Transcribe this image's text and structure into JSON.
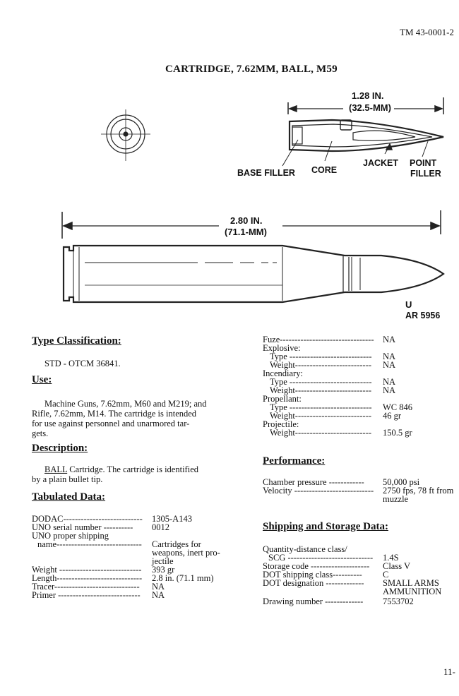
{
  "header": {
    "doc_number": "TM 43-0001-2",
    "page_number": "11-"
  },
  "title": "CARTRIDGE, 7.62MM, BALL, M59",
  "figure": {
    "bullet_dim_in": "1.28 IN.",
    "bullet_dim_mm": "(32.5-MM)",
    "labels": {
      "base_filler": "BASE FILLER",
      "core": "CORE",
      "jacket": "JACKET",
      "point": "POINT",
      "filler": "FILLER"
    },
    "cart_dim_in": "2.80 IN.",
    "cart_dim_mm": "(71.1-MM)",
    "mark_u": "U",
    "ar_code": "AR 5956"
  },
  "left": {
    "type_classification": {
      "heading": "Type Classification:",
      "text": "STD - OTCM 36841."
    },
    "use": {
      "heading": "Use:",
      "text_lines": [
        "Machine Guns, 7.62mm, M60 and M219; and",
        "Rifle, 7.62mm, M14.  The cartridge is intended",
        "for use against personnel and unarmored tar-",
        "gets."
      ]
    },
    "description": {
      "heading": "Description:",
      "text_lines_a_prefix": "BALL",
      "text_lines": [
        "Cartridge.  The cartridge is identified",
        "by a plain bullet tip."
      ]
    },
    "tabulated": {
      "heading": "Tabulated Data:",
      "rows": [
        {
          "key": "DODAC---------------------------",
          "value": "1305-A143"
        },
        {
          "key": "UNO serial number ----------",
          "value": "0012"
        },
        {
          "key": "UNO proper shipping",
          "value": ""
        },
        {
          "key": "  name-----------------------------",
          "value": "Cartridges for"
        },
        {
          "key": "",
          "value": "weapons, inert pro-"
        },
        {
          "key": "",
          "value": "jectile"
        },
        {
          "key": "Weight ----------------------------",
          "value": "393 gr"
        },
        {
          "key": "Length-----------------------------",
          "value": "2.8 in. (71.1 mm)"
        },
        {
          "key": "Tracer-----------------------------",
          "value": "NA"
        },
        {
          "key": "Primer ----------------------------",
          "value": "NA"
        }
      ]
    }
  },
  "right": {
    "rows": [
      {
        "key": "Fuze--------------------------------",
        "value": "NA"
      },
      {
        "key": "Explosive:",
        "value": ""
      },
      {
        "key": "  Type ----------------------------",
        "value": "NA"
      },
      {
        "key": "  Weight--------------------------",
        "value": "NA"
      },
      {
        "key": "Incendiary:",
        "value": ""
      },
      {
        "key": "  Type ----------------------------",
        "value": "NA"
      },
      {
        "key": "  Weight--------------------------",
        "value": "NA"
      },
      {
        "key": "Propellant:",
        "value": ""
      },
      {
        "key": "  Type ----------------------------",
        "value": "WC 846"
      },
      {
        "key": "  Weight--------------------------",
        "value": "46 gr"
      },
      {
        "key": "Projectile:",
        "value": ""
      },
      {
        "key": "  Weight--------------------------",
        "value": "150.5 gr"
      }
    ],
    "performance": {
      "heading": "Performance:",
      "rows": [
        {
          "key": "Chamber pressure ------------",
          "value": "50,000 psi"
        },
        {
          "key": "Velocity ---------------------------",
          "value": "2750 fps, 78 ft from"
        },
        {
          "key": "",
          "value": "muzzle"
        }
      ]
    },
    "shipping": {
      "heading": "Shipping and Storage Data:",
      "rows": [
        {
          "key": "Quantity-distance class/",
          "value": ""
        },
        {
          "key": "  SCG -----------------------------",
          "value": "1.4S"
        },
        {
          "key": "Storage code --------------------",
          "value": "Class V"
        },
        {
          "key": "DOT shipping class----------",
          "value": "C"
        },
        {
          "key": "DOT designation -------------",
          "value": "SMALL ARMS"
        },
        {
          "key": "",
          "value": "AMMUNITION"
        },
        {
          "key": "Drawing number -------------",
          "value": "7553702"
        }
      ]
    }
  }
}
